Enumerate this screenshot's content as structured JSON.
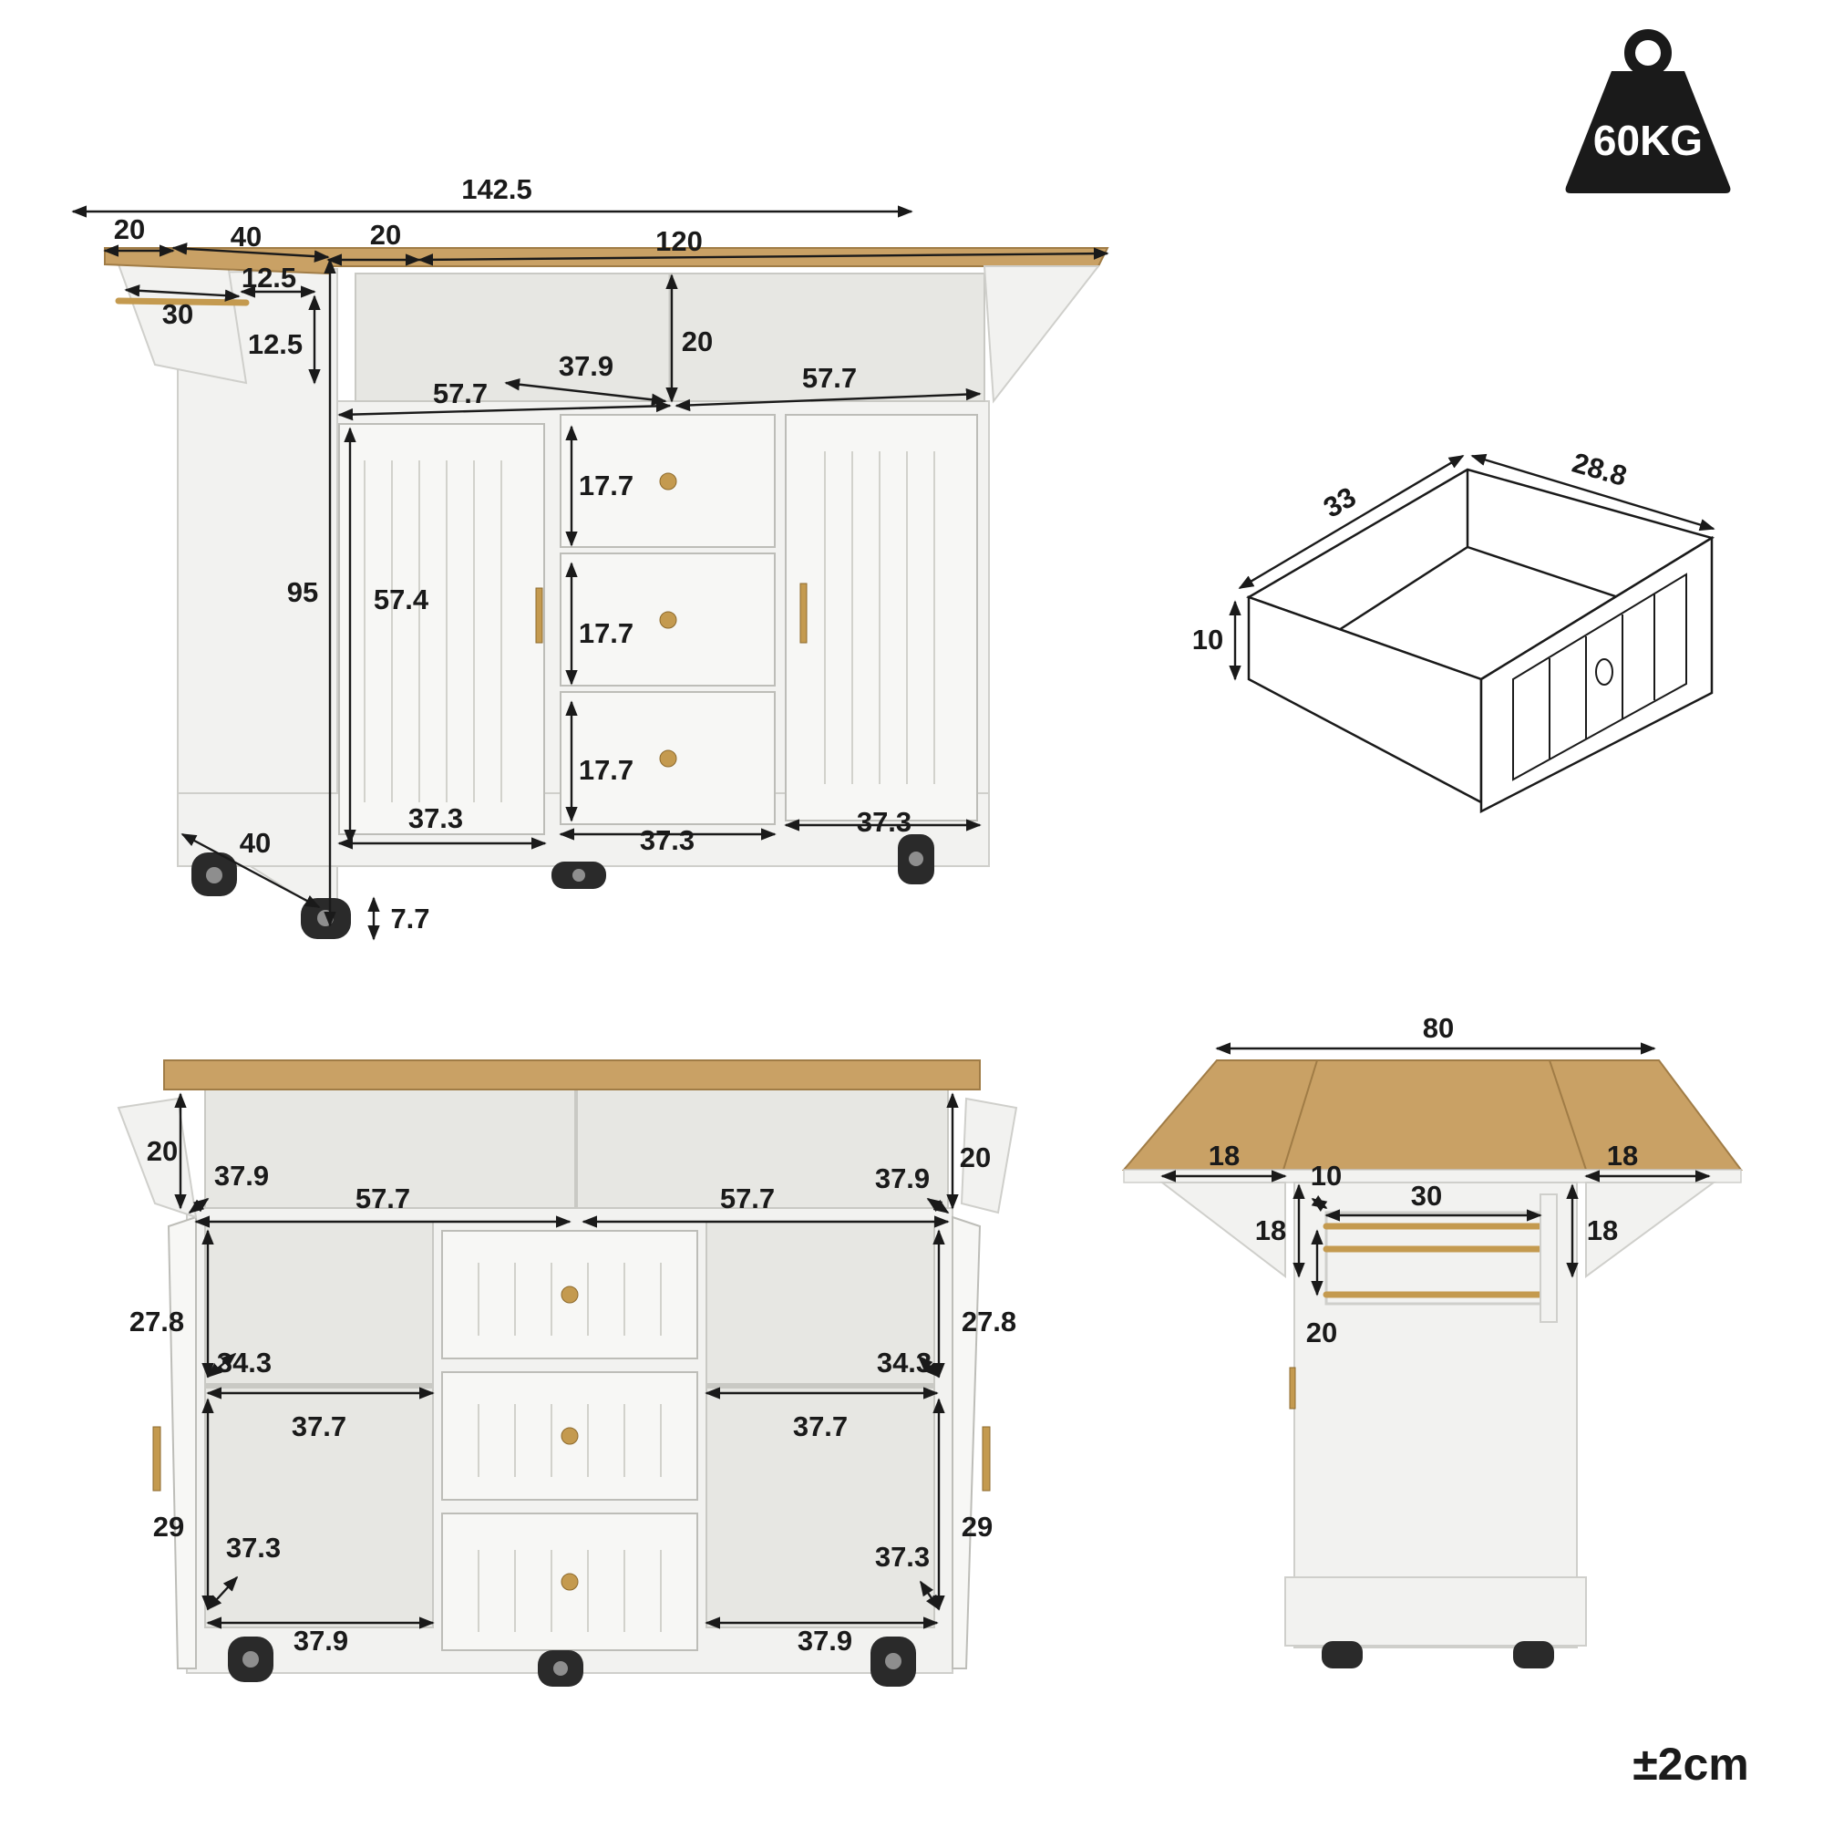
{
  "badge": {
    "weight": "60KG"
  },
  "tolerance": "±2cm",
  "front_view": {
    "total_width": "142.5",
    "leaf_left": "20",
    "top_depth": "40",
    "leaf_right": "20",
    "top_width": "120",
    "towel_rack_gap": "12.5",
    "towel_rack_length": "30",
    "towel_rack_height": "12.5",
    "shelf_height": "20",
    "shelf_depth": "37.9",
    "shelf_left_width": "57.7",
    "shelf_right_width": "57.7",
    "total_height": "95",
    "door_height": "57.4",
    "drawer_top_height": "17.7",
    "drawer_mid_height": "17.7",
    "drawer_bot_height": "17.7",
    "door_left_width": "37.3",
    "drawers_width": "37.3",
    "door_right_width": "37.3",
    "base_depth": "40",
    "wheel_height": "7.7"
  },
  "drawer_detail": {
    "depth": "33",
    "width": "28.8",
    "height": "10"
  },
  "open_view": {
    "left_shelf_height": "20",
    "left_shelf_depth": "37.9",
    "shelf_left_width": "57.7",
    "shelf_right_width": "57.7",
    "right_shelf_depth": "37.9",
    "right_shelf_height": "20",
    "left_upper_height": "27.8",
    "left_upper_depth": "34.3",
    "left_upper_width": "37.7",
    "left_lower_height": "29",
    "left_lower_depth": "37.3",
    "left_lower_width": "37.9",
    "right_upper_height": "27.8",
    "right_upper_depth": "34.3",
    "right_upper_width": "37.7",
    "right_lower_height": "29",
    "right_lower_depth": "37.3",
    "right_lower_width": "37.9"
  },
  "side_view": {
    "top_width": "80",
    "leaf_left": "18",
    "leaf_right": "18",
    "rack_offset": "10",
    "rack_width": "30",
    "left_rack_height": "18",
    "right_rack_height": "18",
    "rack_bar_gap": "20"
  }
}
